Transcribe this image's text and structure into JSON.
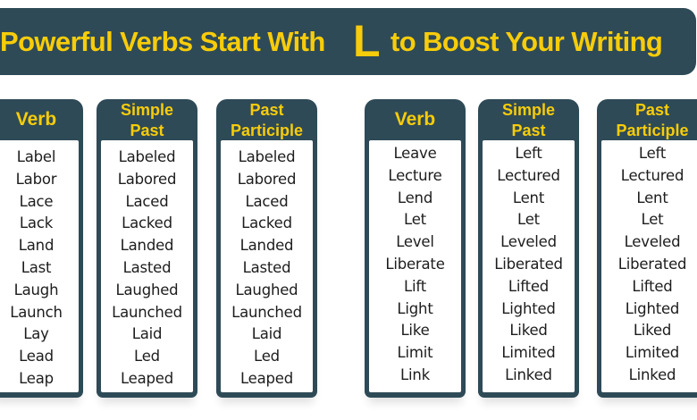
{
  "banner": {
    "title_prefix": "Powerful Verbs Start With",
    "title_letter": "L",
    "title_suffix": "to Boost Your Writing"
  },
  "colors": {
    "background": "#ffffff",
    "panel": "#2e4a57",
    "accent_text": "#f7cc0a",
    "cell_text": "#1d1d1d"
  },
  "tables": [
    {
      "columns": [
        {
          "header": [
            "Verb"
          ],
          "rows": [
            "Label",
            "Labor",
            "Lace",
            "Lack",
            "Land",
            "Last",
            "Laugh",
            "Launch",
            "Lay",
            "Lead",
            "Leap"
          ]
        },
        {
          "header": [
            "Simple",
            "Past"
          ],
          "rows": [
            "Labeled",
            "Labored",
            "Laced",
            "Lacked",
            "Landed",
            "Lasted",
            "Laughed",
            "Launched",
            "Laid",
            "Led",
            "Leaped"
          ]
        },
        {
          "header": [
            "Past",
            "Participle"
          ],
          "rows": [
            "Labeled",
            "Labored",
            "Laced",
            "Lacked",
            "Landed",
            "Lasted",
            "Laughed",
            "Launched",
            "Laid",
            "Led",
            "Leaped"
          ]
        }
      ]
    },
    {
      "columns": [
        {
          "header": [
            "Verb"
          ],
          "rows": [
            "Leave",
            "Lecture",
            "Lend",
            "Let",
            "Level",
            "Liberate",
            "Lift",
            "Light",
            "Like",
            "Limit",
            "Link"
          ]
        },
        {
          "header": [
            "Simple",
            "Past"
          ],
          "rows": [
            "Left",
            "Lectured",
            "Lent",
            "Let",
            "Leveled",
            "Liberated",
            "Lifted",
            "Lighted",
            "Liked",
            "Limited",
            "Linked"
          ]
        },
        {
          "header": [
            "Past",
            "Participle"
          ],
          "rows": [
            "Left",
            "Lectured",
            "Lent",
            "Let",
            "Leveled",
            "Liberated",
            "Lifted",
            "Lighted",
            "Liked",
            "Limited",
            "Linked"
          ]
        }
      ]
    }
  ]
}
